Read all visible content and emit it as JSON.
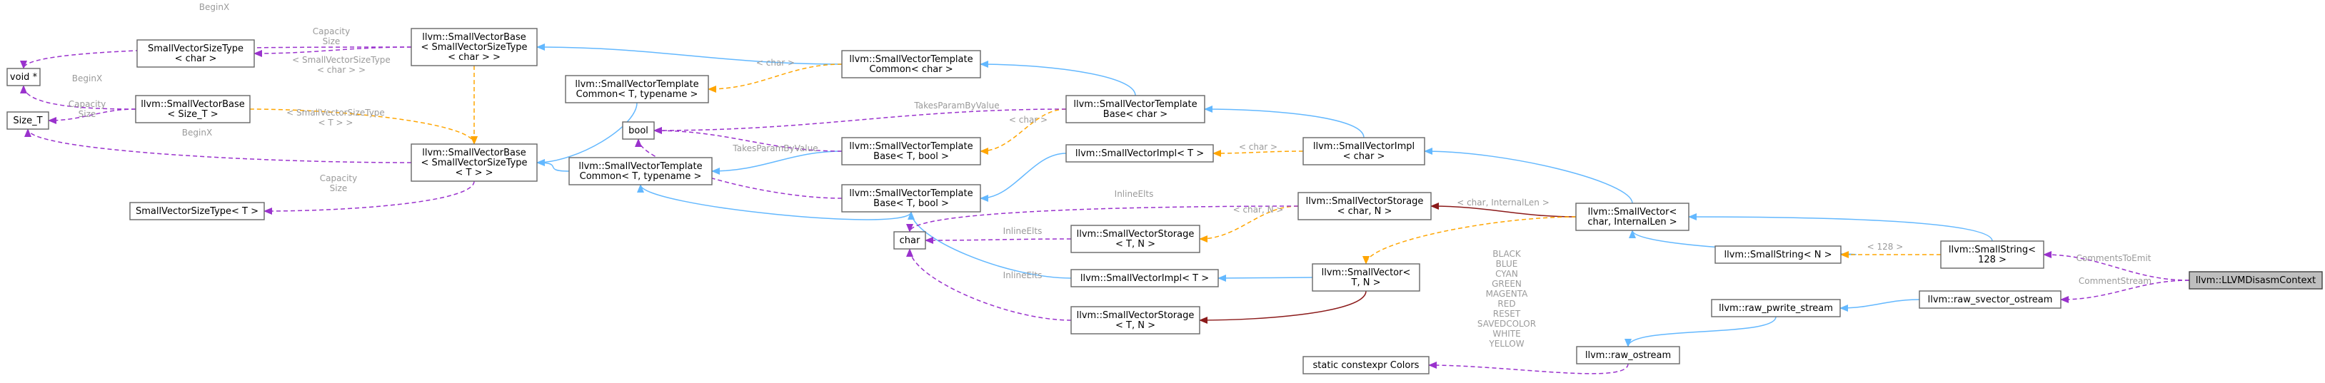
{
  "colors": {
    "inherit": "#63b8ff",
    "usage": "#9a32cd",
    "template": "#ffa500",
    "private": "#8b1a1a",
    "highlight": "#bfbfbf"
  },
  "nodes": {
    "void_ptr": [
      "void *"
    ],
    "size_t": [
      "Size_T"
    ],
    "svst_char": [
      "SmallVectorSizeType",
      "< char >"
    ],
    "svst_t": [
      "SmallVectorSizeType< T >"
    ],
    "svb_svst_char": [
      "llvm::SmallVectorBase",
      "< SmallVectorSizeType",
      "< char > >"
    ],
    "svb_size_t": [
      "llvm::SmallVectorBase",
      "< Size_T >"
    ],
    "svb_svst_t": [
      "llvm::SmallVectorBase",
      "< SmallVectorSizeType",
      "< T > >"
    ],
    "svtc_t_typename": [
      "llvm::SmallVectorTemplate",
      "Common< T, typename >"
    ],
    "svtc_t_typename2": [
      "llvm::SmallVectorTemplate",
      "Common< T, typename >"
    ],
    "bool": [
      "bool"
    ],
    "svtc_char": [
      "llvm::SmallVectorTemplate",
      "Common< char >"
    ],
    "svtb_t_bool1": [
      "llvm::SmallVectorTemplate",
      "Base< T, bool >"
    ],
    "svtb_t_bool2": [
      "llvm::SmallVectorTemplate",
      "Base< T, bool >"
    ],
    "char": [
      "char"
    ],
    "svtb_char": [
      "llvm::SmallVectorTemplate",
      "Base< char >"
    ],
    "svimpl_t1": [
      "llvm::SmallVectorImpl< T >"
    ],
    "svstorage_t_n1": [
      "llvm::SmallVectorStorage",
      "< T, N >"
    ],
    "svimpl_t2": [
      "llvm::SmallVectorImpl< T >"
    ],
    "svstorage_t_n2": [
      "llvm::SmallVectorStorage",
      "< T, N >"
    ],
    "svimpl_char": [
      "llvm::SmallVectorImpl",
      "< char >"
    ],
    "svstorage_char_n": [
      "llvm::SmallVectorStorage",
      "< char, N >"
    ],
    "sv_t_n": [
      "llvm::SmallVector<",
      "T, N >"
    ],
    "colors": [
      "static constexpr Colors"
    ],
    "sv_char_len": [
      "llvm::SmallVector<",
      "char, InternalLen >"
    ],
    "smallstring_n": [
      "llvm::SmallString< N >"
    ],
    "raw_pwrite": [
      "llvm::raw_pwrite_stream"
    ],
    "raw_ostream": [
      "llvm::raw_ostream"
    ],
    "smallstring_128": [
      "llvm::SmallString<",
      "128 >"
    ],
    "raw_svector": [
      "llvm::raw_svector_ostream"
    ],
    "llvm_disasm": [
      "llvm::LLVMDisasmContext"
    ]
  },
  "edge_labels": {
    "beginx_1": [
      "BeginX"
    ],
    "capacity_size_1": [
      "Capacity",
      "Size"
    ],
    "svst_char_char": [
      "< SmallVectorSizeType",
      "< char > >"
    ],
    "beginx_2": [
      "BeginX"
    ],
    "capacity_size_2": [
      "Capacity",
      "Size"
    ],
    "svst_t_t": [
      "< SmallVectorSizeType",
      "< T > >"
    ],
    "beginx_3": [
      "BeginX"
    ],
    "capacity_size_3": [
      "Capacity",
      "Size"
    ],
    "char_tmpl_1": [
      "< char >"
    ],
    "takes_param_1": [
      "TakesParamByValue"
    ],
    "takes_param_2": [
      "TakesParamByValue"
    ],
    "char_tmpl_2": [
      "< char >"
    ],
    "char_tmpl_3": [
      "< char >"
    ],
    "inline_elts_1": [
      "InlineElts"
    ],
    "char_n_tmpl": [
      "< char, N >"
    ],
    "inline_elts_2": [
      "InlineElts"
    ],
    "inline_elts_3": [
      "InlineElts"
    ],
    "char_internal_len": [
      "< char, InternalLen >"
    ],
    "tmpl_128": [
      "< 128 >"
    ],
    "colors_list": [
      "BLACK",
      "BLUE",
      "CYAN",
      "GREEN",
      "MAGENTA",
      "RED",
      "RESET",
      "SAVEDCOLOR",
      "WHITE",
      "YELLOW"
    ],
    "comments_to_emit": [
      "CommentsToEmit"
    ],
    "comment_stream": [
      "CommentStream"
    ]
  }
}
